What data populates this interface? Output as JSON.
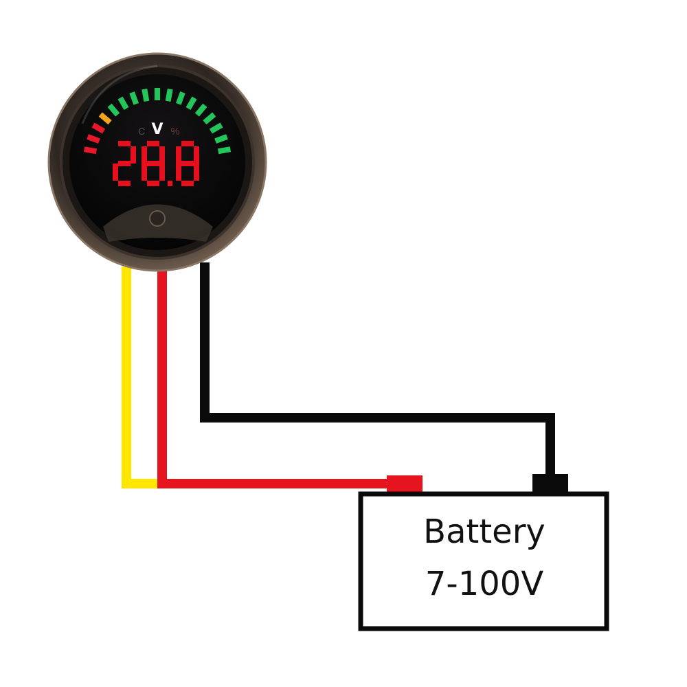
{
  "meter": {
    "display_digits": "28.8",
    "unit_left": "C",
    "unit_main": "V",
    "unit_right": "%",
    "segment_colors": {
      "low": "#e8172a",
      "mid": "#f2a51c",
      "high": "#23c65a"
    },
    "digit_color": "#e60f1e",
    "bezel_color": "#2a2420"
  },
  "wires": {
    "yellow": "#ffe600",
    "red": "#e5141f",
    "black": "#0a0a0a"
  },
  "battery": {
    "title": "Battery",
    "range": "7-100V"
  }
}
